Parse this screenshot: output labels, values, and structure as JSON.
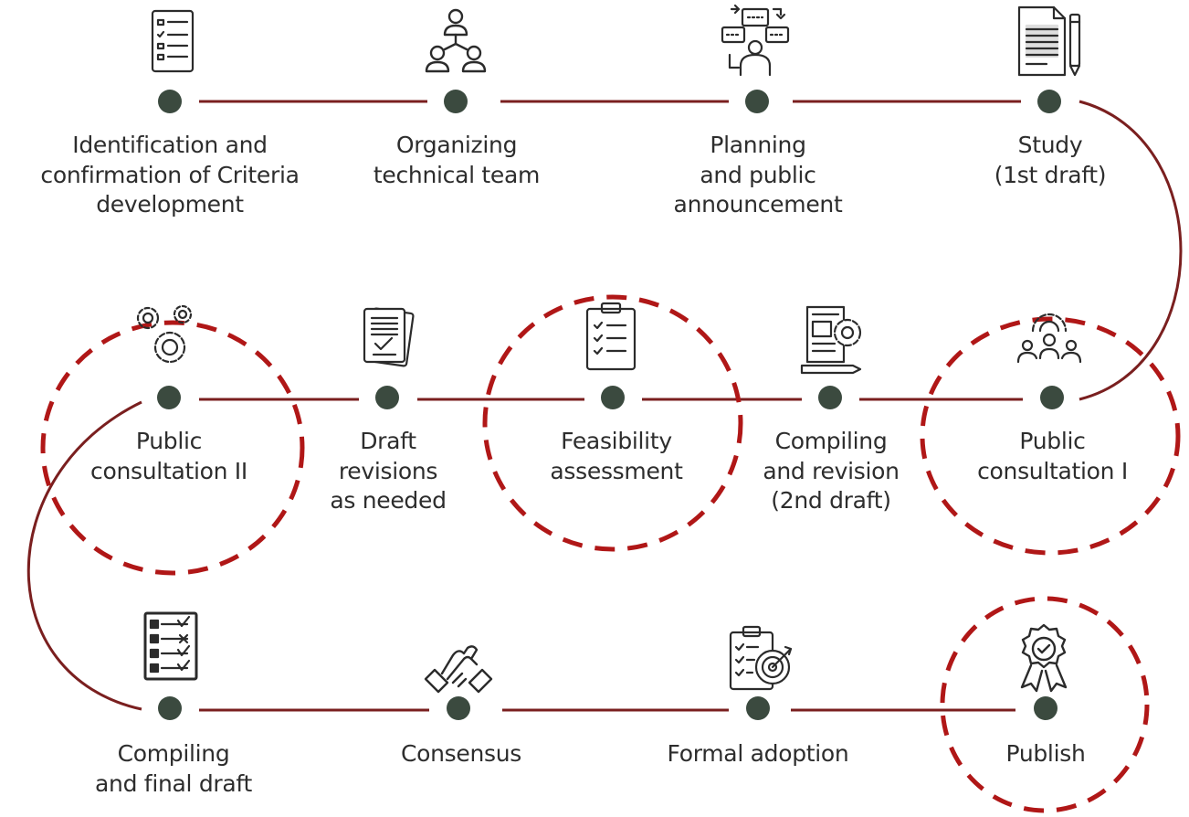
{
  "diagram": {
    "colors": {
      "connector": "#7a1f1f",
      "node": "#3b4a3f",
      "highlight": "#b01717",
      "text": "#2d2d2d",
      "icon": "#2b2b2b"
    },
    "steps": [
      {
        "id": "identification",
        "label": "Identification and\nconfirmation of Criteria\ndevelopment",
        "icon": "checklist-icon",
        "highlighted": false
      },
      {
        "id": "organizing",
        "label": "Organizing\ntechnical team",
        "icon": "team-network-icon",
        "highlighted": false
      },
      {
        "id": "planning",
        "label": "Planning\nand public\nannouncement",
        "icon": "presentation-discussion-icon",
        "highlighted": false
      },
      {
        "id": "study",
        "label": "Study\n(1st draft)",
        "icon": "document-pencil-icon",
        "highlighted": false
      },
      {
        "id": "public-consultation-1",
        "label": "Public\nconsultation I",
        "icon": "people-gear-icon",
        "highlighted": true
      },
      {
        "id": "compiling-revision",
        "label": "Compiling\nand revision\n(2nd draft)",
        "icon": "document-gear-icon",
        "highlighted": false
      },
      {
        "id": "feasibility",
        "label": "Feasibility\nassessment",
        "icon": "clipboard-checklist-icon",
        "highlighted": true
      },
      {
        "id": "draft-revisions",
        "label": "Draft\nrevisions\nas needed",
        "icon": "stacked-documents-icon",
        "highlighted": false
      },
      {
        "id": "public-consultation-2",
        "label": "Public\nconsultation II",
        "icon": "gears-icon",
        "highlighted": true
      },
      {
        "id": "compiling-final",
        "label": "Compiling\nand final draft",
        "icon": "checklist-board-icon",
        "highlighted": false
      },
      {
        "id": "consensus",
        "label": "Consensus",
        "icon": "handshake-icon",
        "highlighted": false
      },
      {
        "id": "formal-adoption",
        "label": "Formal adoption",
        "icon": "clipboard-target-icon",
        "highlighted": false
      },
      {
        "id": "publish",
        "label": "Publish",
        "icon": "award-badge-icon",
        "highlighted": true
      }
    ]
  }
}
